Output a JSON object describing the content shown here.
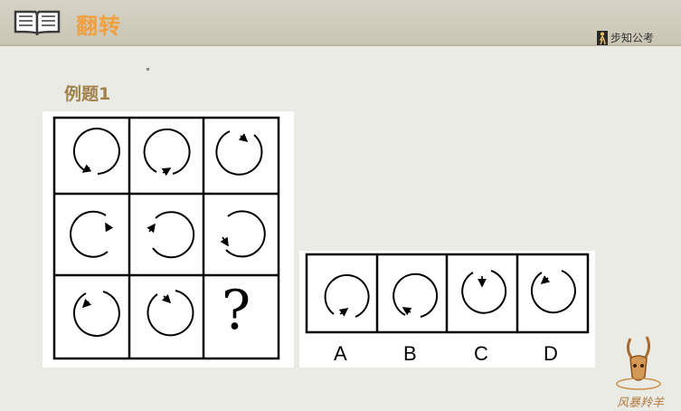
{
  "header": {
    "title": "翻转",
    "book_icon": "open-book-icon"
  },
  "brand": {
    "name": "步知公考",
    "icon": "person-icon"
  },
  "example": {
    "label": "例题1"
  },
  "puzzle": {
    "question_mark": "?",
    "options": [
      "A",
      "B",
      "C",
      "D"
    ]
  },
  "watermark": {
    "text": "风暴羚羊",
    "icon": "antelope-icon"
  },
  "colors": {
    "title": "#f0a040",
    "header_bg": "#cfccbc",
    "label": "#a0824a"
  }
}
